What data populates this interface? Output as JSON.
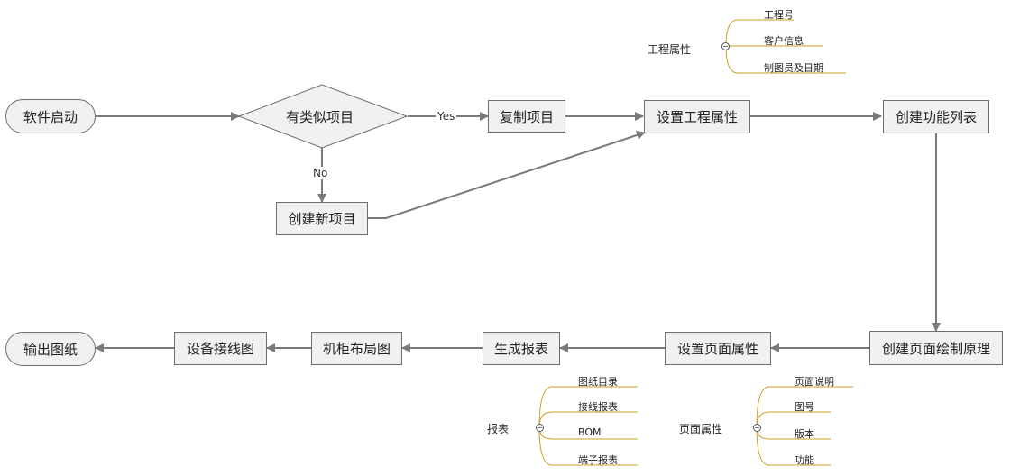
{
  "nodes": {
    "start": "软件启动",
    "decision": "有类似项目",
    "copy": "复制项目",
    "new_project": "创建新项目",
    "set_project_props": "设置工程属性",
    "create_func_list": "创建功能列表",
    "create_page_schematic": "创建页面绘制原理",
    "set_page_props": "设置页面属性",
    "gen_reports": "生成报表",
    "cabinet_layout": "机柜布局图",
    "device_wiring": "设备接线图",
    "output_drawings": "输出图纸"
  },
  "edge_labels": {
    "yes": "Yes",
    "no": "No"
  },
  "mindmaps": {
    "project_props": {
      "root": "工程属性",
      "leaves": [
        "工程号",
        "客户信息",
        "制图员及日期"
      ]
    },
    "reports": {
      "root": "报表",
      "leaves": [
        "图纸目录",
        "接线报表",
        "BOM",
        "端子报表"
      ]
    },
    "page_props": {
      "root": "页面属性",
      "leaves": [
        "页面说明",
        "图号",
        "版本",
        "功能"
      ]
    }
  },
  "colors": {
    "branch": "#c8a227",
    "line": "#7a7a7a",
    "box_fill": "#f1f1f1"
  }
}
